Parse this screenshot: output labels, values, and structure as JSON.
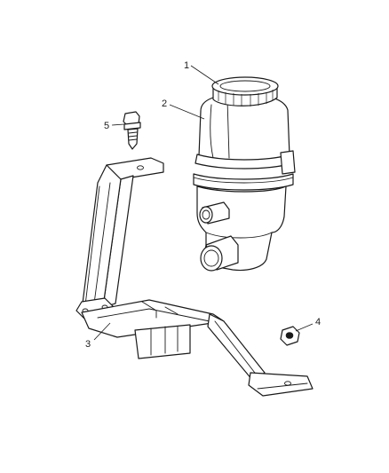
{
  "callouts": {
    "c1": "1",
    "c2": "2",
    "c3": "3",
    "c4": "4",
    "c5": "5"
  },
  "parts": {
    "cap": "reservoir-cap",
    "reservoir": "power-steering-reservoir",
    "bracket": "reservoir-mounting-bracket",
    "nut": "nut",
    "bolt": "bolt"
  }
}
